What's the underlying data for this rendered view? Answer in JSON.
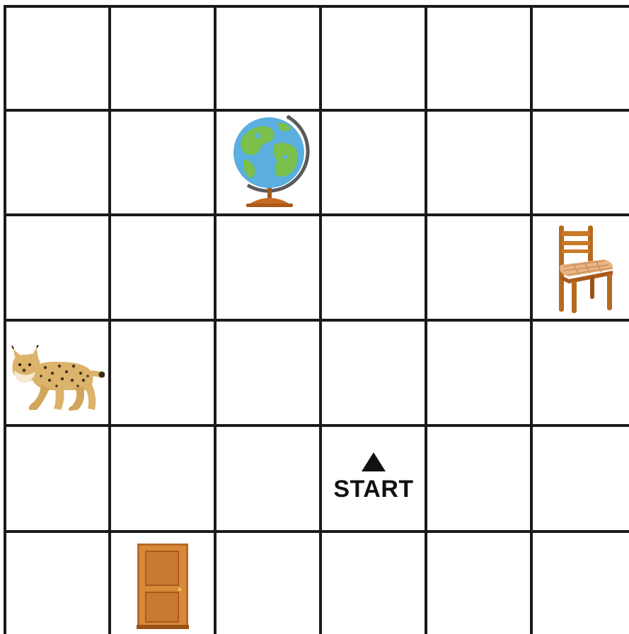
{
  "board": {
    "rows": 6,
    "columns": 6,
    "line_color": "#1a1a1a",
    "background": "#ffffff"
  },
  "pieces": [
    {
      "name": "globe",
      "icon": "globe-icon",
      "row": 2,
      "col": 3
    },
    {
      "name": "chair",
      "icon": "chair-icon",
      "row": 3,
      "col": 6
    },
    {
      "name": "lynx",
      "icon": "lynx-icon",
      "row": 4,
      "col": 1
    },
    {
      "name": "door",
      "icon": "door-icon",
      "row": 6,
      "col": 2
    }
  ],
  "start": {
    "label": "START",
    "row": 5,
    "col": 4,
    "arrow_icon": "triangle-up-icon"
  }
}
